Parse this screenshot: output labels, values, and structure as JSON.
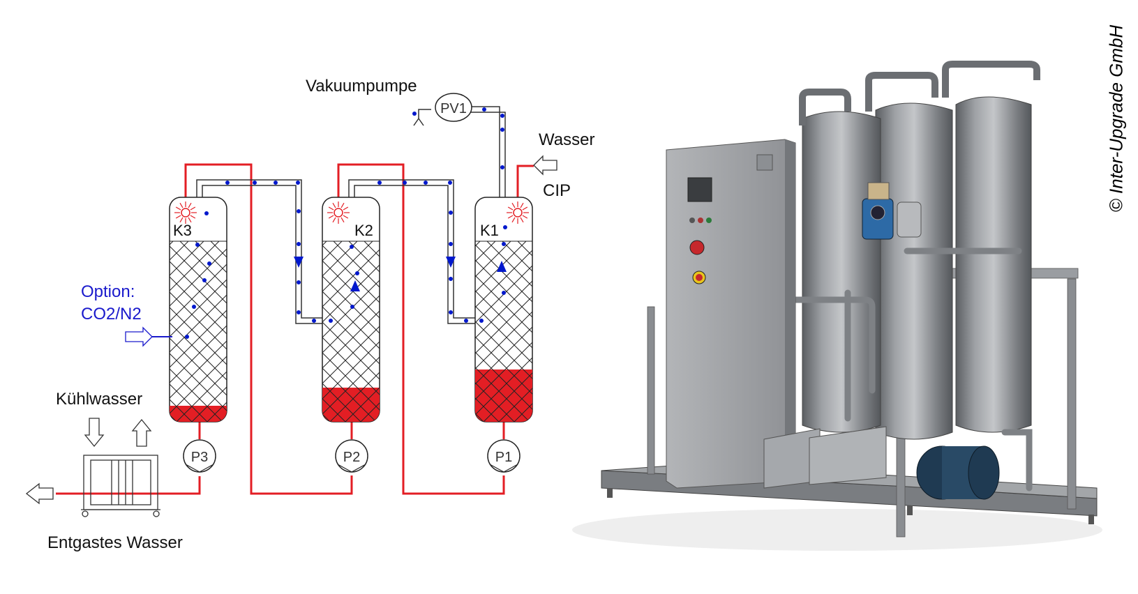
{
  "labels": {
    "vakuumpumpe": "Vakuumpumpe",
    "wasser": "Wasser",
    "cip": "CIP",
    "option_line1": "Option:",
    "option_line2": "CO2/N2",
    "kuehlwasser": "Kühlwasser",
    "entgastes_wasser": "Entgastes Wasser"
  },
  "columns": [
    {
      "label": "K3",
      "liquid_fill": 0.09
    },
    {
      "label": "K2",
      "liquid_fill": 0.19
    },
    {
      "label": "K1",
      "liquid_fill": 0.29
    }
  ],
  "pumps": [
    {
      "label": "P3"
    },
    {
      "label": "P2"
    },
    {
      "label": "P1"
    },
    {
      "label": "PV1"
    }
  ],
  "copyright": "© Inter-Upgrade GmbH",
  "colors": {
    "water_line": "#e31e24",
    "gas_dots": "#0018cc",
    "option_text": "#1a1acc",
    "hatch": "#222222",
    "machine_steel": "#8c8f93",
    "motor_blue": "#1f3a52"
  }
}
